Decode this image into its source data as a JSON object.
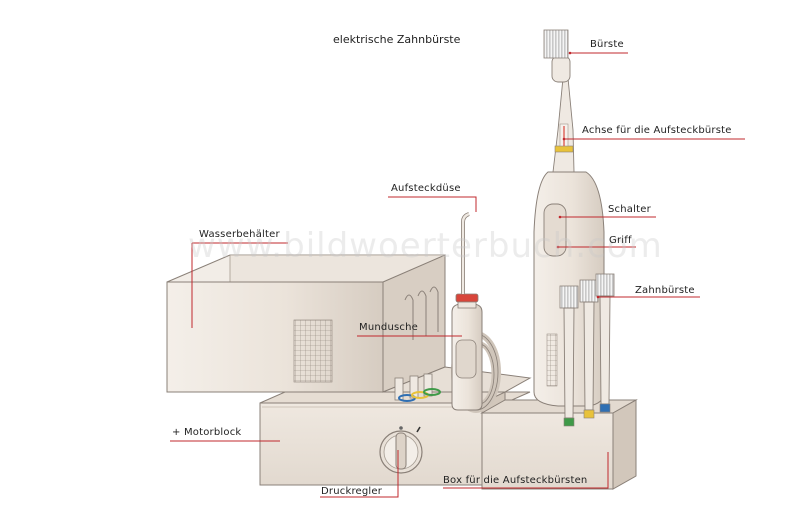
{
  "title": "elektrische Zahnbürste",
  "watermark": "www.bildwoerterbuch.com",
  "labels": {
    "buerste": "Bürste",
    "achse": "Achse für die Aufsteckbürste",
    "schalter": "Schalter",
    "griff": "Griff",
    "zahnbuerste": "Zahnbürste",
    "aufsteckduese": "Aufsteckdüse",
    "wasserbehaelter": "Wasserbehälter",
    "mundusche": "Mundusche",
    "motorblock": "+ Motorblock",
    "druckregler": "Druckregler",
    "box": "Box für die Aufsteckbürsten"
  },
  "colors": {
    "leader": "#c0282d",
    "body": "#ece5dd",
    "body_shade": "#d9cfc5",
    "outline": "#8a8078",
    "accent_red": "#d8453a",
    "accent_yellow": "#e8c23a",
    "accent_blue": "#2f6fb3",
    "accent_green": "#3f9a48"
  }
}
